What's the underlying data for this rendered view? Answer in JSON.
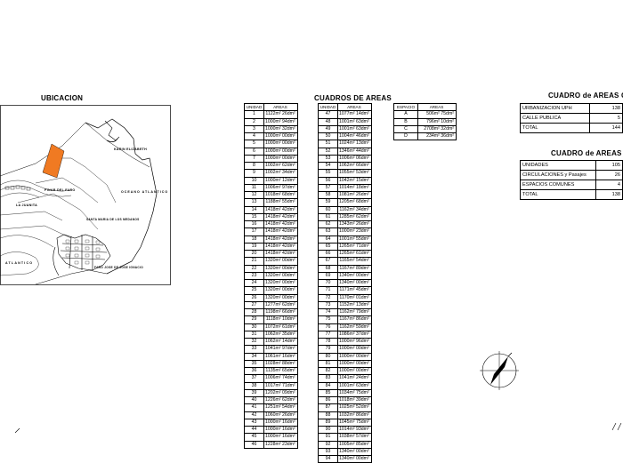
{
  "ubicacion": {
    "title": "UBICACION",
    "labels": {
      "karin": "KARIN ELIZABETH",
      "oceano": "OCEANO ATLANTICO",
      "pinar": "PINAR DEL FARO",
      "juanita": "LA JUANITA",
      "santa_maria": "SANTA MARIA DE LOS MEDANOS",
      "faro": "FARO JOSE DE JOSE IGNACIO",
      "atlantico": "ATLANTICO"
    }
  },
  "cuadros": {
    "title": "CUADROS DE AREAS",
    "header_unidad": "UNIDAD",
    "header_areas": "AREAS",
    "header_espacio": "ESPACIO",
    "col1": [
      [
        "1",
        "1122m² 26dm²"
      ],
      [
        "2",
        "1000m² 94dm²"
      ],
      [
        "3",
        "1000m² 32dm²"
      ],
      [
        "4",
        "1000m² 00dm²"
      ],
      [
        "5",
        "1000m² 00dm²"
      ],
      [
        "6",
        "1000m² 00dm²"
      ],
      [
        "7",
        "1000m² 00dm²"
      ],
      [
        "8",
        "1002m² 62dm²"
      ],
      [
        "9",
        "1002m² 34dm²"
      ],
      [
        "10",
        "1000m² 12dm²"
      ],
      [
        "11",
        "1006m² 97dm²"
      ],
      [
        "12",
        "1018m² 68dm²"
      ],
      [
        "13",
        "1188m² 55dm²"
      ],
      [
        "14",
        "1418m² 42dm²"
      ],
      [
        "15",
        "1418m² 42dm²"
      ],
      [
        "16",
        "1418m² 42dm²"
      ],
      [
        "17",
        "1418m² 42dm²"
      ],
      [
        "18",
        "1418m² 42dm²"
      ],
      [
        "19",
        "1418m² 42dm²"
      ],
      [
        "20",
        "1418m² 42dm²"
      ],
      [
        "21",
        "1320m² 00dm²"
      ],
      [
        "22",
        "1320m² 00dm²"
      ],
      [
        "23",
        "1320m² 00dm²"
      ],
      [
        "24",
        "1320m² 00dm²"
      ],
      [
        "25",
        "1320m² 00dm²"
      ],
      [
        "26",
        "1320m² 00dm²"
      ],
      [
        "27",
        "1277m² 62dm²"
      ],
      [
        "28",
        "1198m² 66dm²"
      ],
      [
        "29",
        "1118m² 10dm²"
      ],
      [
        "30",
        "1072m² 61dm²"
      ],
      [
        "31",
        "1062m² 35dm²"
      ],
      [
        "32",
        "1062m² 14dm²"
      ],
      [
        "33",
        "1041m² 97dm²"
      ],
      [
        "34",
        "1061m² 16dm²"
      ],
      [
        "35",
        "1028m² 88dm²"
      ],
      [
        "36",
        "1135m² 65dm²"
      ],
      [
        "37",
        "1006m² 74dm²"
      ],
      [
        "38",
        "1017m² 71dm²"
      ],
      [
        "39",
        "1202m² 09dm²"
      ],
      [
        "40",
        "1226m² 62dm²"
      ],
      [
        "41",
        "1251m² 54dm²"
      ],
      [
        "42",
        "1060m² 26dm²"
      ],
      [
        "43",
        "1000m² 16dm²"
      ],
      [
        "44",
        "1000m² 16dm²"
      ],
      [
        "45",
        "1000m² 16dm²"
      ],
      [
        "46",
        "1228m² 23dm²"
      ]
    ],
    "col2": [
      [
        "47",
        "1077m² 14dm²"
      ],
      [
        "48",
        "1001m² 63dm²"
      ],
      [
        "49",
        "1001m² 63dm²"
      ],
      [
        "50",
        "1004m² 46dm²"
      ],
      [
        "51",
        "1024m² 13dm²"
      ],
      [
        "52",
        "1346m² 44dm²"
      ],
      [
        "53",
        "1006m² 06dm²"
      ],
      [
        "54",
        "1062m² 66dm²"
      ],
      [
        "55",
        "1055m² 53dm²"
      ],
      [
        "56",
        "1042m² 15dm²"
      ],
      [
        "57",
        "1014m² 18dm²"
      ],
      [
        "58",
        "1081m² 26dm²"
      ],
      [
        "59",
        "1205m² 68dm²"
      ],
      [
        "60",
        "1162m² 34dm²"
      ],
      [
        "61",
        "1285m² 62dm²"
      ],
      [
        "62",
        "1343m² 26dm²"
      ],
      [
        "63",
        "1000m² 23dm²"
      ],
      [
        "64",
        "1001m² 55dm²"
      ],
      [
        "65",
        "1265m² 71dm²"
      ],
      [
        "66",
        "1265m² 61dm²"
      ],
      [
        "67",
        "1165m² 54dm²"
      ],
      [
        "68",
        "1167m² 89dm²"
      ],
      [
        "69",
        "1340m² 00dm²"
      ],
      [
        "70",
        "1340m² 00dm²"
      ],
      [
        "71",
        "1171m² 45dm²"
      ],
      [
        "72",
        "1170m² 01dm²"
      ],
      [
        "73",
        "1152m² 13dm²"
      ],
      [
        "74",
        "1162m² 79dm²"
      ],
      [
        "75",
        "1167m² 86dm²"
      ],
      [
        "76",
        "1162m² 59dm²"
      ],
      [
        "77",
        "1086m² 37dm²"
      ],
      [
        "78",
        "1000m² 96dm²"
      ],
      [
        "79",
        "1000m² 00dm²"
      ],
      [
        "80",
        "1000m² 00dm²"
      ],
      [
        "81",
        "1000m² 00dm²"
      ],
      [
        "82",
        "1000m² 00dm²"
      ],
      [
        "83",
        "1041m² 24dm²"
      ],
      [
        "84",
        "1001m² 63dm²"
      ],
      [
        "85",
        "1034m² 75dm²"
      ],
      [
        "86",
        "1018m² 39dm²"
      ],
      [
        "87",
        "1025m² 52dm²"
      ],
      [
        "88",
        "1032m² 86dm²"
      ],
      [
        "89",
        "1045m² 75dm²"
      ],
      [
        "90",
        "1014m² 93dm²"
      ],
      [
        "91",
        "1038m² 57dm²"
      ],
      [
        "92",
        "1005m² 85dm²"
      ],
      [
        "93",
        "1340m² 00dm²"
      ],
      [
        "94",
        "1340m² 00dm²"
      ]
    ],
    "espacios": [
      [
        "A",
        "506m² 75dm²"
      ],
      [
        "B",
        "796m² 10dm²"
      ],
      [
        "C",
        "2708m² 32dm²"
      ],
      [
        "D",
        "234m² 36dm²"
      ]
    ]
  },
  "generales": {
    "title": "CUADRO de AREAS GE",
    "rows": [
      [
        "URBANIZACION UPH",
        "138"
      ],
      [
        "CALLE PUBLICA",
        "5"
      ],
      [
        "TOTAL",
        "144"
      ]
    ]
  },
  "areas_d": {
    "title": "CUADRO de AREAS D",
    "rows": [
      [
        "UNIDADES",
        "105"
      ],
      [
        "CIRCULACIONES y Pasajes",
        "26"
      ],
      [
        "ESPACIOS COMUNES",
        "4"
      ],
      [
        "TOTAL",
        "138"
      ]
    ]
  },
  "colors": {
    "lot_highlight": "#f07a22",
    "line": "#000000"
  }
}
